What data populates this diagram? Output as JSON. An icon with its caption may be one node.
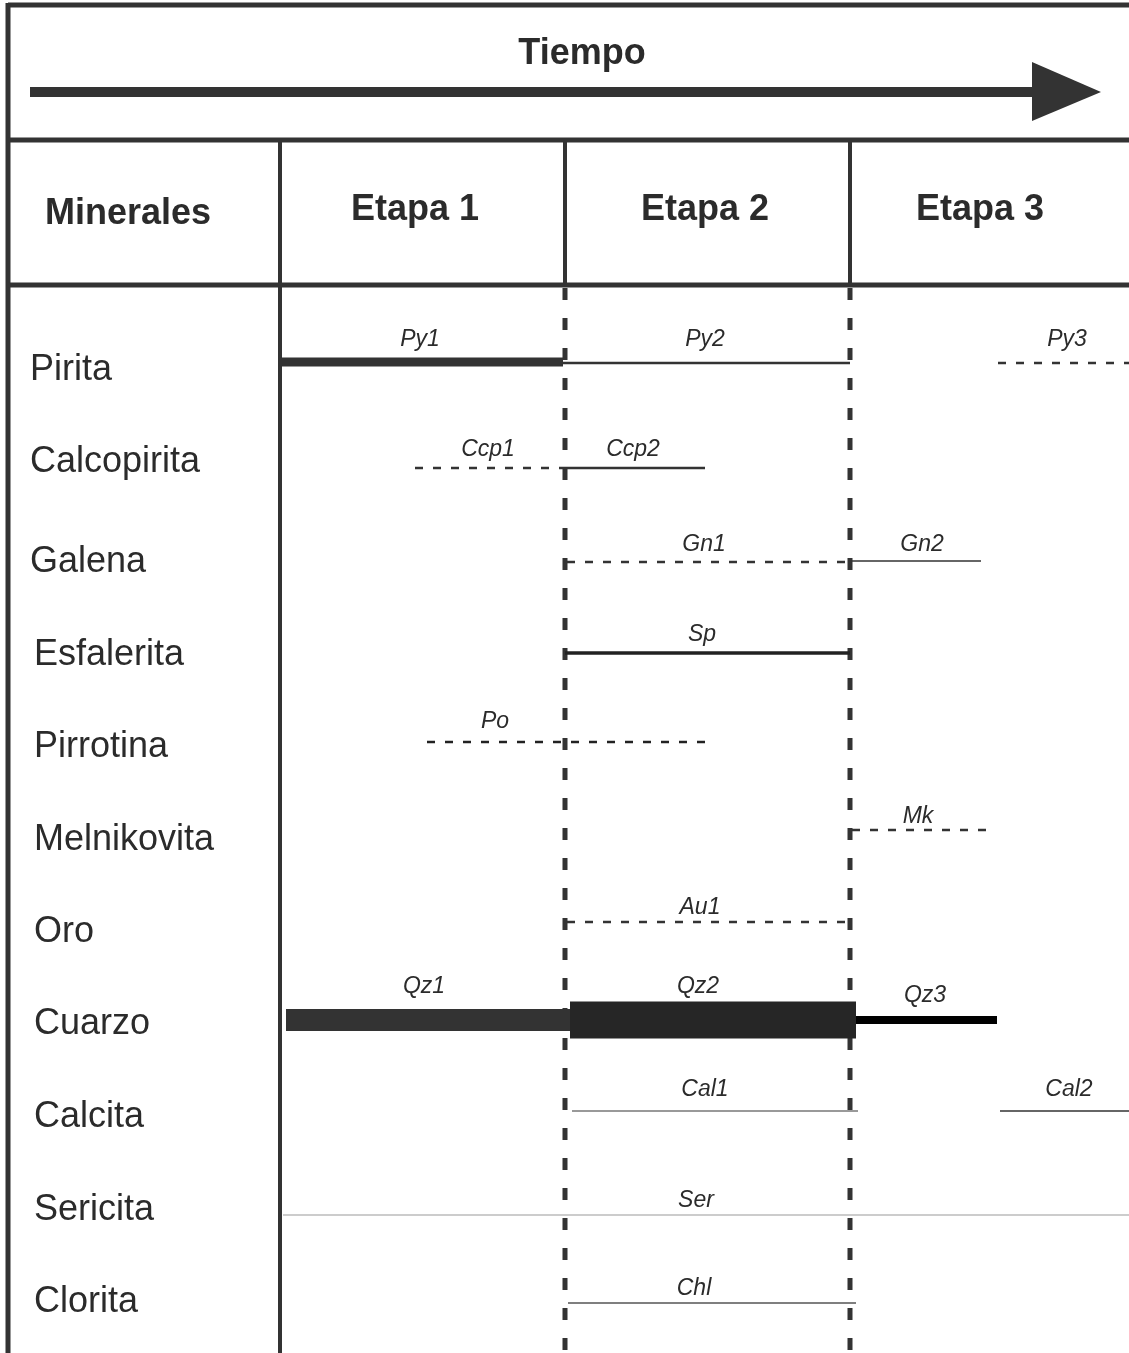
{
  "diagram": {
    "labels": [
      "Tiempo",
      "Minerales",
      "Etapa 1",
      "Etapa 2",
      "Etapa 3",
      "Pirita",
      "Py1",
      "Py2",
      "Py3",
      "Calcopirita",
      "Ccp1",
      "Ccp2",
      "Galena",
      "Gn1",
      "Gn2",
      "Esfalerita",
      "Sp",
      "Pirrotina",
      "Po",
      "Melnikovita",
      "Mk",
      "Oro",
      "Au1",
      "Cuarzo",
      "Qz1",
      "Qz2",
      "Qz3",
      "Calcita",
      "Cal1",
      "Cal2",
      "Sericita",
      "Ser",
      "Clorita",
      "Chl"
    ]
  }
}
